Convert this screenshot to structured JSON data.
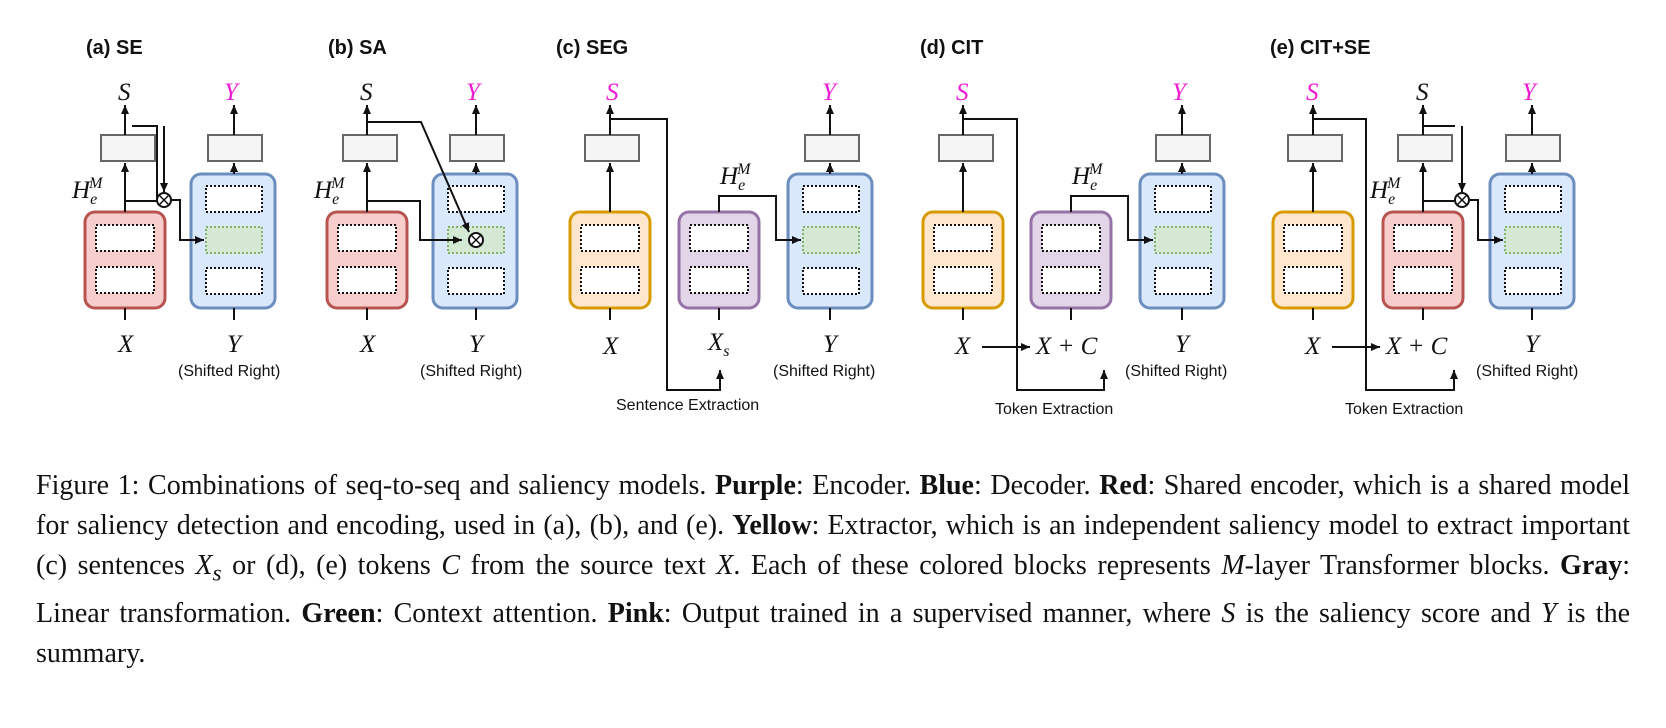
{
  "panels": [
    {
      "label": "(a) SE"
    },
    {
      "label": "(b) SA"
    },
    {
      "label": "(c) SEG"
    },
    {
      "label": "(d) CIT"
    },
    {
      "label": "(e) CIT+SE"
    }
  ],
  "symbols": {
    "S": "S",
    "Y": "Y",
    "X": "X",
    "H": "H",
    "h_sub": "e",
    "h_sup": "M",
    "Xs_base": "X",
    "Xs_sub": "s",
    "XC": "X + C",
    "otimes": "⊗"
  },
  "notes": {
    "shifted_right": "(Shifted Right)",
    "sentence_extraction": "Sentence Extraction",
    "token_extraction": "Token Extraction"
  },
  "colors": {
    "purple": "#9673a6",
    "blue": "#6c8ebf",
    "red": "#b85450",
    "yellow": "#d79b00",
    "gray": "#666666",
    "green": "#82b366",
    "pink": "#ee1bd6"
  },
  "caption": {
    "fig_label": "Figure 1: Combinations of seq-to-seq and saliency models. ",
    "purple_b": "Purple",
    "purple_t": ": Encoder. ",
    "blue_b": "Blue",
    "blue_t": ": Decoder. ",
    "red_b": "Red",
    "red_t": ": Shared encoder, which is a shared model for saliency detection and encoding, used in (a), (b), and (e). ",
    "yellow_b": "Yellow",
    "yellow_t": ": Extractor, which is an independent saliency model to extract important (c) sentences ",
    "xs_x": "X",
    "xs_s": "s",
    "t_or": " or (d), (e) tokens ",
    "c": "C",
    "t_from": " from the source text ",
    "x": "X",
    "t_each": ". Each of these colored blocks represents ",
    "m": "M",
    "t_layer": "-layer Transformer blocks. ",
    "gray_b": "Gray",
    "gray_t": ": Linear transformation. ",
    "green_b": "Green",
    "green_t": ": Context attention. ",
    "pink_b": "Pink",
    "pink_t": ": Output trained in a supervised manner, where ",
    "s": "S",
    "t_score": " is the saliency score and ",
    "y": "Y",
    "t_end": " is the summary."
  }
}
